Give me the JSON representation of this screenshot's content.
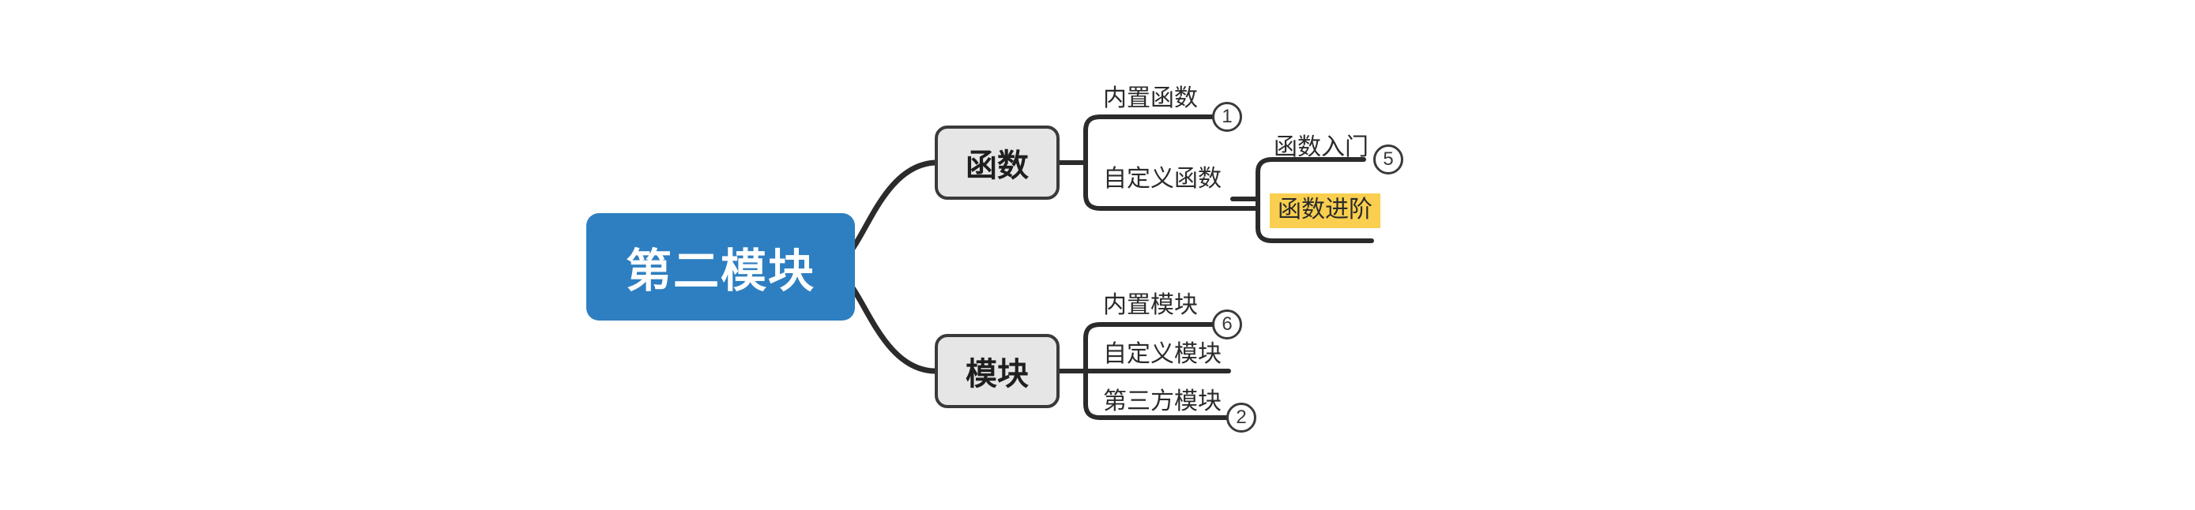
{
  "diagram": {
    "type": "mindmap",
    "title": "第二模块",
    "colors": {
      "root_fill": "#2E7FC1",
      "root_text": "#FFFFFF",
      "branch_fill": "#E6E6E6",
      "branch_stroke": "#3A3A3A",
      "highlight": "#FACF4F",
      "text": "#2B2B2B",
      "background": "#FFFFFF"
    }
  },
  "root": {
    "label": "第二模块"
  },
  "branches": [
    {
      "id": "functions",
      "label": "函数",
      "leaves": [
        {
          "id": "builtin-functions",
          "label": "内置函数",
          "badge": "1",
          "highlighted": false
        },
        {
          "id": "custom-functions",
          "label": "自定义函数",
          "badge": "",
          "highlighted": false
        }
      ],
      "sub": [
        {
          "id": "functions-intro",
          "label": "函数入门",
          "badge": "5",
          "highlighted": false
        },
        {
          "id": "functions-advanced",
          "label": "函数进阶",
          "badge": "",
          "highlighted": true
        }
      ]
    },
    {
      "id": "modules",
      "label": "模块",
      "leaves": [
        {
          "id": "builtin-modules",
          "label": "内置模块",
          "badge": "6",
          "highlighted": false
        },
        {
          "id": "custom-modules",
          "label": "自定义模块",
          "badge": "",
          "highlighted": false
        },
        {
          "id": "third-party-modules",
          "label": "第三方模块",
          "badge": "2",
          "highlighted": false
        }
      ],
      "sub": []
    }
  ]
}
